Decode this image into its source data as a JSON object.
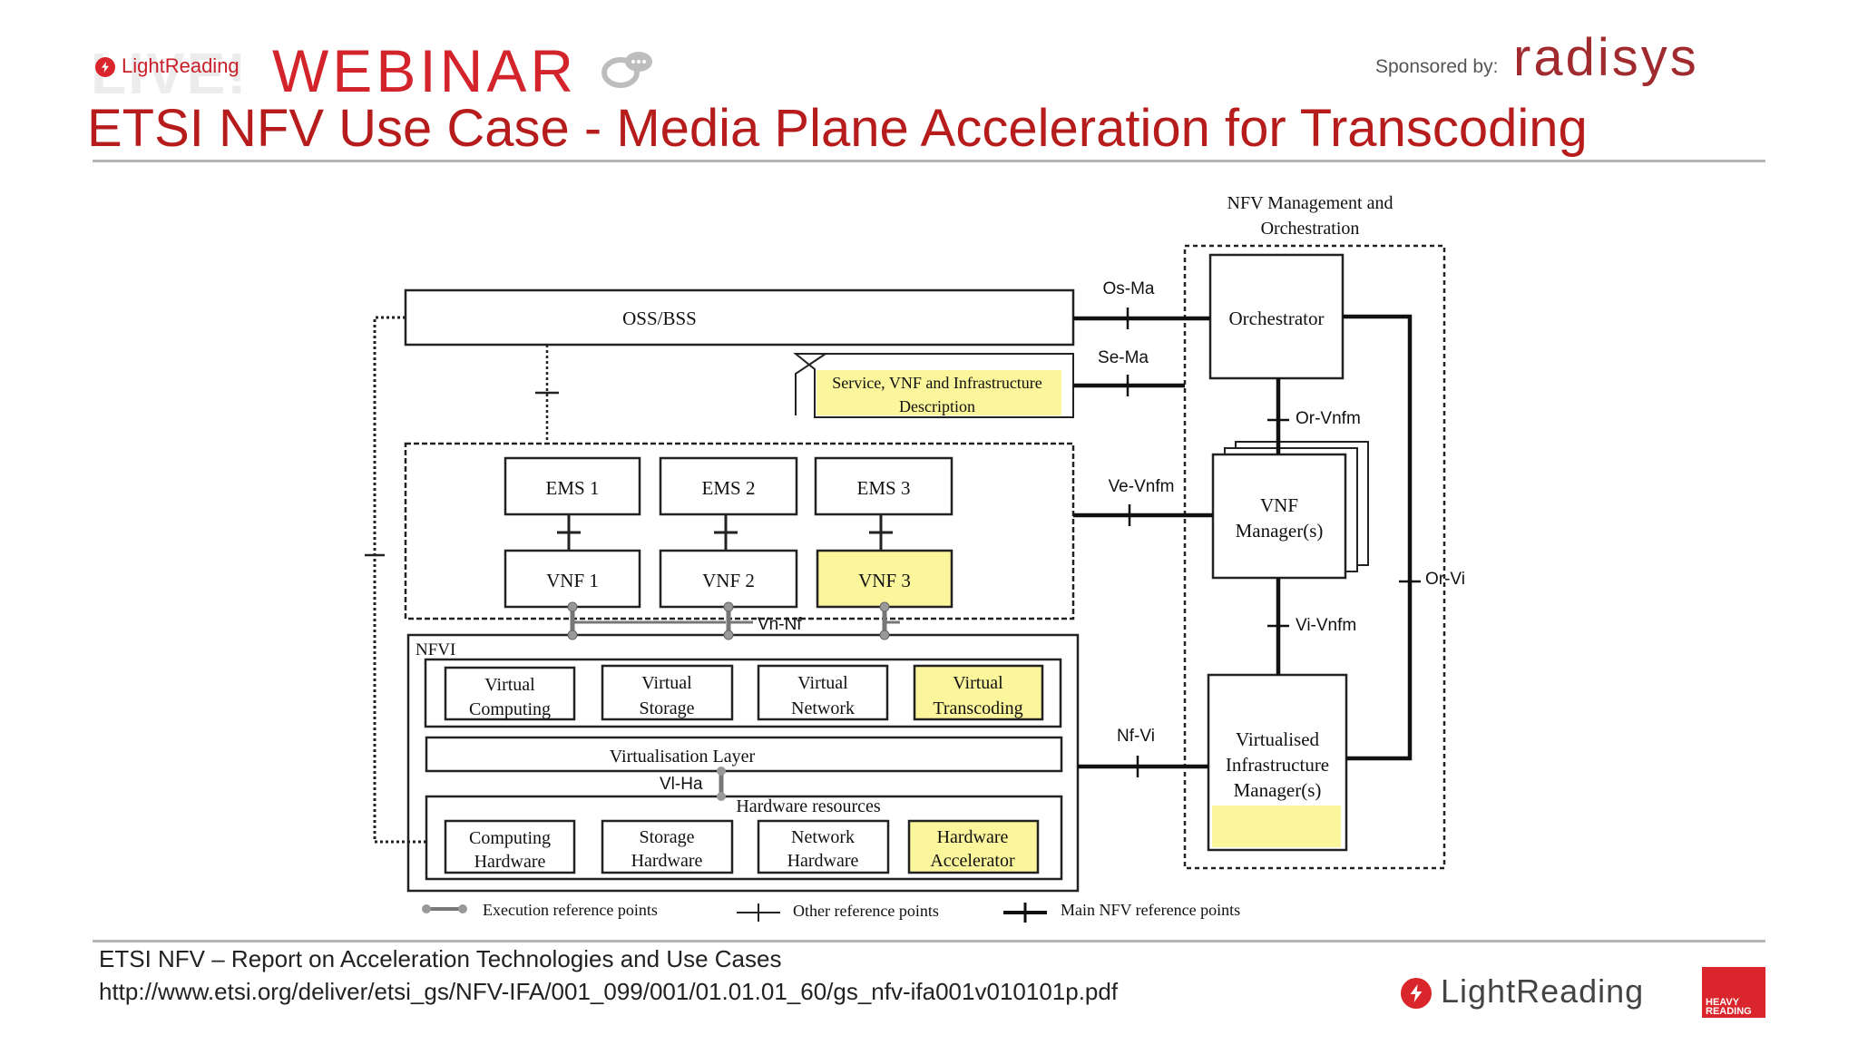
{
  "header": {
    "logo_brand": "LightReading",
    "logo_live": "LIVE!",
    "logo_webinar": "WEBINAR",
    "sponsor_label": "Sponsored by:",
    "sponsor_brand": "radisys",
    "title": "ETSI NFV Use Case - Media Plane Acceleration for Transcoding"
  },
  "diagram": {
    "mano_title_1": "NFV Management and",
    "mano_title_2": "Orchestration",
    "oss_bss": "OSS/BSS",
    "service_desc_1": "Service, VNF and Infrastructure",
    "service_desc_2": "Description",
    "orchestrator": "Orchestrator",
    "vnfm_1": "VNF",
    "vnfm_2": "Manager(s)",
    "vim_1": "Virtualised",
    "vim_2": "Infrastructure",
    "vim_3": "Manager(s)",
    "ems": [
      "EMS 1",
      "EMS 2",
      "EMS 3"
    ],
    "vnf": [
      "VNF 1",
      "VNF 2",
      "VNF 3"
    ],
    "nfvi": "NFVI",
    "virtual": [
      {
        "l1": "Virtual",
        "l2": "Computing"
      },
      {
        "l1": "Virtual",
        "l2": "Storage"
      },
      {
        "l1": "Virtual",
        "l2": "Network"
      },
      {
        "l1": "Virtual",
        "l2": "Transcoding"
      }
    ],
    "virtualisation_layer": "Virtualisation Layer",
    "hardware_resources": "Hardware resources",
    "hardware": [
      {
        "l1": "Computing",
        "l2": "Hardware"
      },
      {
        "l1": "Storage",
        "l2": "Hardware"
      },
      {
        "l1": "Network",
        "l2": "Hardware"
      },
      {
        "l1": "Hardware",
        "l2": "Accelerator"
      }
    ],
    "ref_points": {
      "os_ma": "Os-Ma",
      "se_ma": "Se-Ma",
      "or_vnfm": "Or-Vnfm",
      "ve_vnfm": "Ve-Vnfm",
      "or_vi": "Or-Vi",
      "vn_nf": "Vn-Nf",
      "vi_vnfm": "Vi-Vnfm",
      "nf_vi": "Nf-Vi",
      "vl_ha": "Vl-Ha"
    },
    "legend": {
      "execution": "Execution reference points",
      "other": "Other reference points",
      "main": "Main NFV reference points"
    },
    "highlight_color": "#fbf59b"
  },
  "footer": {
    "line1": "ETSI NFV – Report on Acceleration Technologies and Use Cases",
    "line2": "http://www.etsi.org/deliver/etsi_gs/NFV-IFA/001_099/001/01.01.01_60/gs_nfv-ifa001v010101p.pdf",
    "brand": "LightReading",
    "heavy_1": "HEAVY",
    "heavy_2": "READING"
  }
}
